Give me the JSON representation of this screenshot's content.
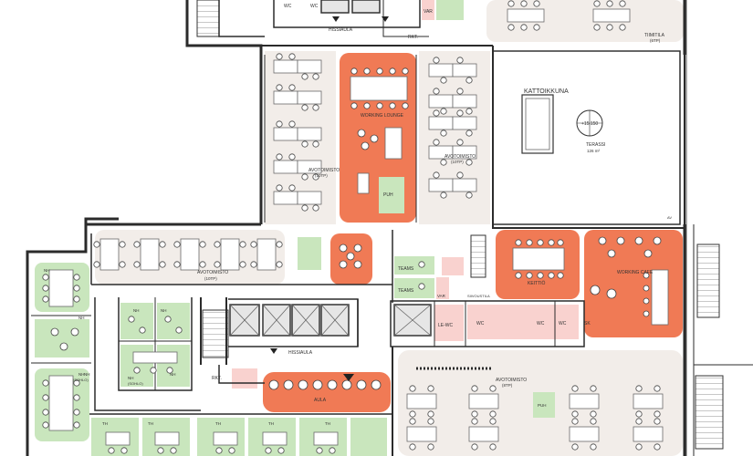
{
  "colors": {
    "workspace": "#f2ede9",
    "orange": "#f07a55",
    "green": "#c9e6bd",
    "pink": "#f9d2cf",
    "wall": "#2b2b2b",
    "lift": "#dcdcdc"
  },
  "labels": {
    "wc_top": "WC",
    "wc_top2": "WC",
    "hissiaula_top": "HISSIAULA",
    "rkt_top": "RKT.",
    "var_top": "VAR",
    "tiimitila": "TIIMITILA",
    "tiimitila_count": "(6TP)",
    "working_lounge": "WORKING LOUNGE",
    "avotoimisto_left": "AVOTOIMISTO",
    "avotoimisto_left_count": "(10TP)",
    "avotoimisto_mid": "AVOTOIMISTO",
    "avotoimisto_mid_count": "(10TP)",
    "kattoikkuna": "KATTOIKKUNA",
    "height": "+15.150",
    "terassi": "TERASSI",
    "terassi_area": "126 m²",
    "avotoimisto_west": "AVOTOIMISTO",
    "avotoimisto_west_count": "(10TP)",
    "puh": "PUH",
    "teams1": "TEAMS",
    "teams2": "TEAMS",
    "var_mid": "VAR",
    "siivous": "SIIVOUSTILA",
    "keittio": "KEITTIÖ",
    "working_cafe": "WORKING CAFE",
    "le_wc": "LE-WC",
    "wc_a": "WC",
    "wc_b": "WC",
    "wc_c": "WC",
    "sk": "SK",
    "nh1": "NH",
    "nh2": "NH",
    "nh3": "NH",
    "nh4": "NH",
    "nh_sohlo": "(SOHLO)",
    "nh5": "NH",
    "nh6": "NH",
    "hissiaula_bottom": "HISSIAULA",
    "rkt_bottom": "RKT.",
    "aula": "AULA",
    "avotoimisto_south": "AVOTOIMISTO",
    "avotoimisto_south_count": "(8TP)",
    "puh_south": "PUH",
    "th1": "TH",
    "th2": "TH",
    "th3": "TH",
    "th4": "TH",
    "th5": "TH",
    "nh_west1": "NH",
    "nh_west_sohlo": "(SOHLO)",
    "nh_west2": "NH",
    "av": "AV"
  }
}
